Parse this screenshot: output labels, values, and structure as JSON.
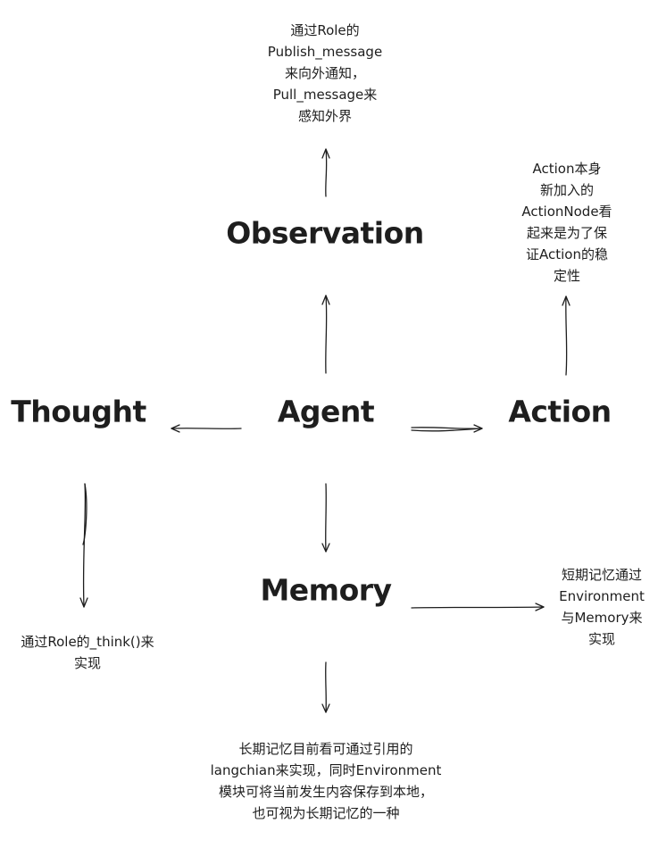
{
  "nodes": {
    "observation": "Observation",
    "thought": "Thought",
    "agent": "Agent",
    "action": "Action",
    "memory": "Memory"
  },
  "notes": {
    "observation": [
      "通过Role的",
      "Publish_message",
      "来向外通知，",
      "Pull_message来",
      "感知外界"
    ],
    "action": [
      "Action本身",
      "新加入的",
      "ActionNode看",
      "起来是为了保",
      "证Action的稳",
      "定性"
    ],
    "thought": [
      "通过Role的_think()来",
      "实现"
    ],
    "short_term_memory": [
      "短期记忆通过",
      "Environment",
      "与Memory来",
      "实现"
    ],
    "long_term_memory": [
      "长期记忆目前看可通过引用的",
      "langchian来实现，同时Environment",
      "模块可将当前发生内容保存到本地，",
      "也可视为长期记忆的一种"
    ]
  }
}
